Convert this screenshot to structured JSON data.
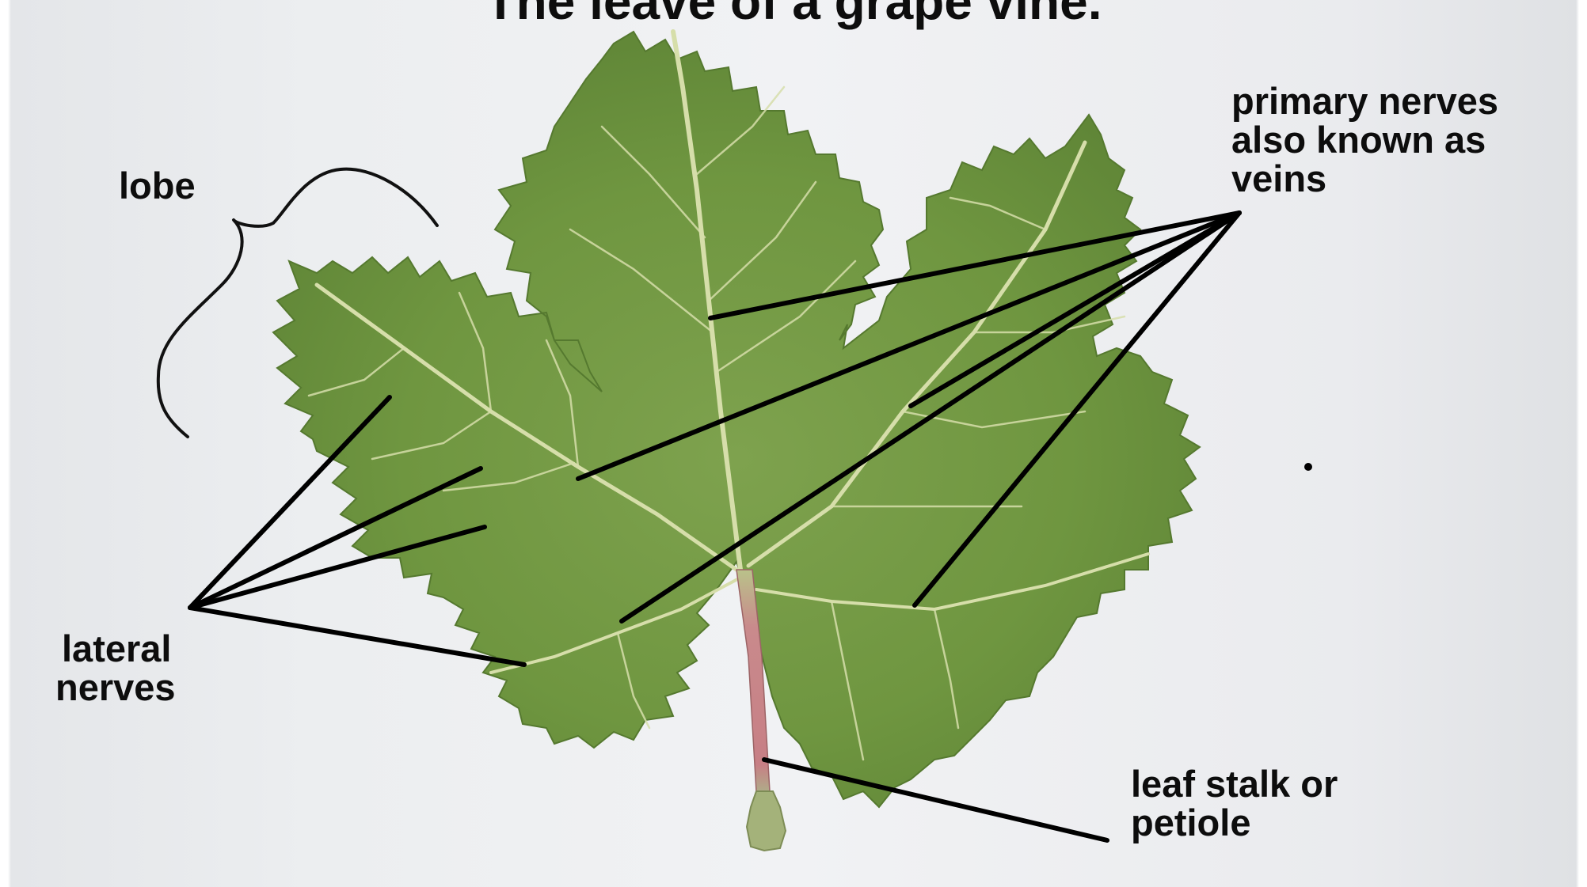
{
  "title": "The leave of a grape vine.",
  "labels": {
    "lobe": "lobe",
    "primary_nerves": [
      "primary nerves",
      "also known as",
      "veins"
    ],
    "lateral_nerves": [
      "lateral",
      "nerves"
    ],
    "petiole": [
      "leaf stalk or",
      "petiole"
    ]
  },
  "colors": {
    "leaf_fill": "#6f9640",
    "leaf_vein": "#d6deaa",
    "petiole": "#c77f85",
    "leader_line": "#000000",
    "label_text": "#0d0d0d"
  }
}
